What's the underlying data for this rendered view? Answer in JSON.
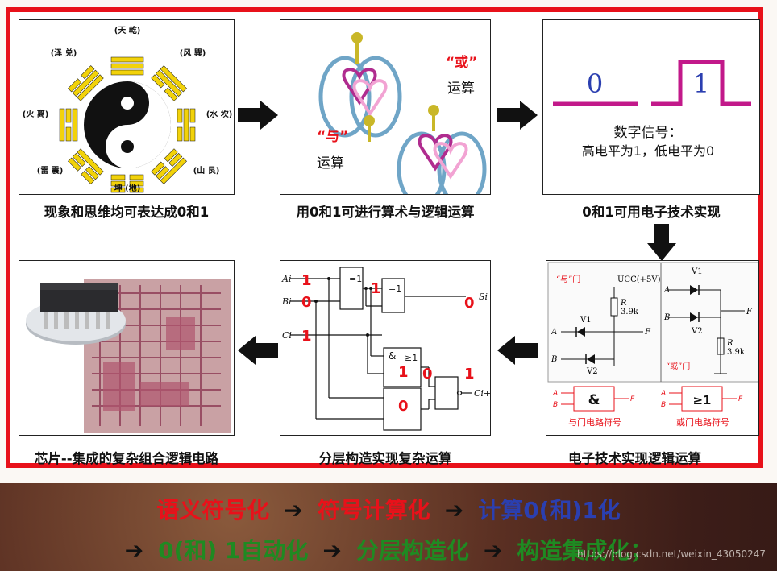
{
  "panels": {
    "p1": {
      "caption": "现象和思维均可表达成0和1"
    },
    "p2": {
      "caption": "用0和1可进行算术与逻辑运算",
      "or_label": "“或”",
      "or_op": "运算",
      "and_label": "“与”",
      "and_op": "运算"
    },
    "p3": {
      "caption": "0和1可用电子技术实现",
      "low_digit": "0",
      "high_digit": "1",
      "line1": "数字信号：",
      "line2": "高电平为1，低电平为0"
    },
    "p4": {
      "caption": "电子技术实现逻辑运算",
      "and_title": "“与”门",
      "or_title": "“或”门",
      "vcc": "UCC(+5V)",
      "r": "R",
      "r_val": "3.9k",
      "r2": "R",
      "r2_val": "3.9k",
      "v1": "V1",
      "v2": "V2",
      "v1b": "V1",
      "v2b": "V2",
      "a": "A",
      "b": "B",
      "f": "F",
      "a2": "A",
      "b2": "B",
      "f2": "F",
      "and_sym": "&",
      "or_sym": "≥1",
      "and_sym_label": "与门电路符号",
      "or_sym_label": "或门电路符号",
      "sa": "A",
      "sb": "B",
      "sf": "F",
      "sa2": "A",
      "sb2": "B",
      "sf2": "F"
    },
    "p5": {
      "caption": "分层构造实现复杂运算",
      "ai": "Ai",
      "bi": "Bi",
      "ci": "Ci",
      "si": "Si",
      "co": "Ci+1",
      "xor1": "=1",
      "xor2": "=1",
      "andg": "&",
      "org": "≥1",
      "v_a": "1",
      "v_b": "0",
      "v_c": "1",
      "v_x1": "1",
      "v_s": "0",
      "v_and1": "1",
      "v_and2": "0",
      "v_or": "0",
      "v_out": "1"
    },
    "p6": {
      "caption": "芯片--集成的复杂组合逻辑电路"
    }
  },
  "bagua": {
    "top": "(天 乾)",
    "upper_right": "(风 巽)",
    "right": "(水 坎)",
    "lower_right": "(山 艮)",
    "bottom": "坤 (地)",
    "lower_left": "(雷 震)",
    "left": "(火 离)",
    "upper_left": "(泽 兑)"
  },
  "bottom": {
    "row1": [
      {
        "text": "语义符号化",
        "color": "#e8111a"
      },
      {
        "text": "➔",
        "color": "#111111"
      },
      {
        "text": "符号计算化",
        "color": "#e8111a"
      },
      {
        "text": "➔",
        "color": "#111111"
      },
      {
        "text": "计算0(和)1化",
        "color": "#2b3fb0"
      }
    ],
    "row2": [
      {
        "text": "➔",
        "color": "#111111"
      },
      {
        "text": "0(和) 1自动化",
        "color": "#1f8a22"
      },
      {
        "text": "➔",
        "color": "#111111"
      },
      {
        "text": "分层构造化",
        "color": "#1f8a22"
      },
      {
        "text": "➔",
        "color": "#111111"
      },
      {
        "text": "构造集成化；",
        "color": "#1f8a22"
      }
    ]
  },
  "watermark": "https://blog.csdn.net/weixin_43050247"
}
